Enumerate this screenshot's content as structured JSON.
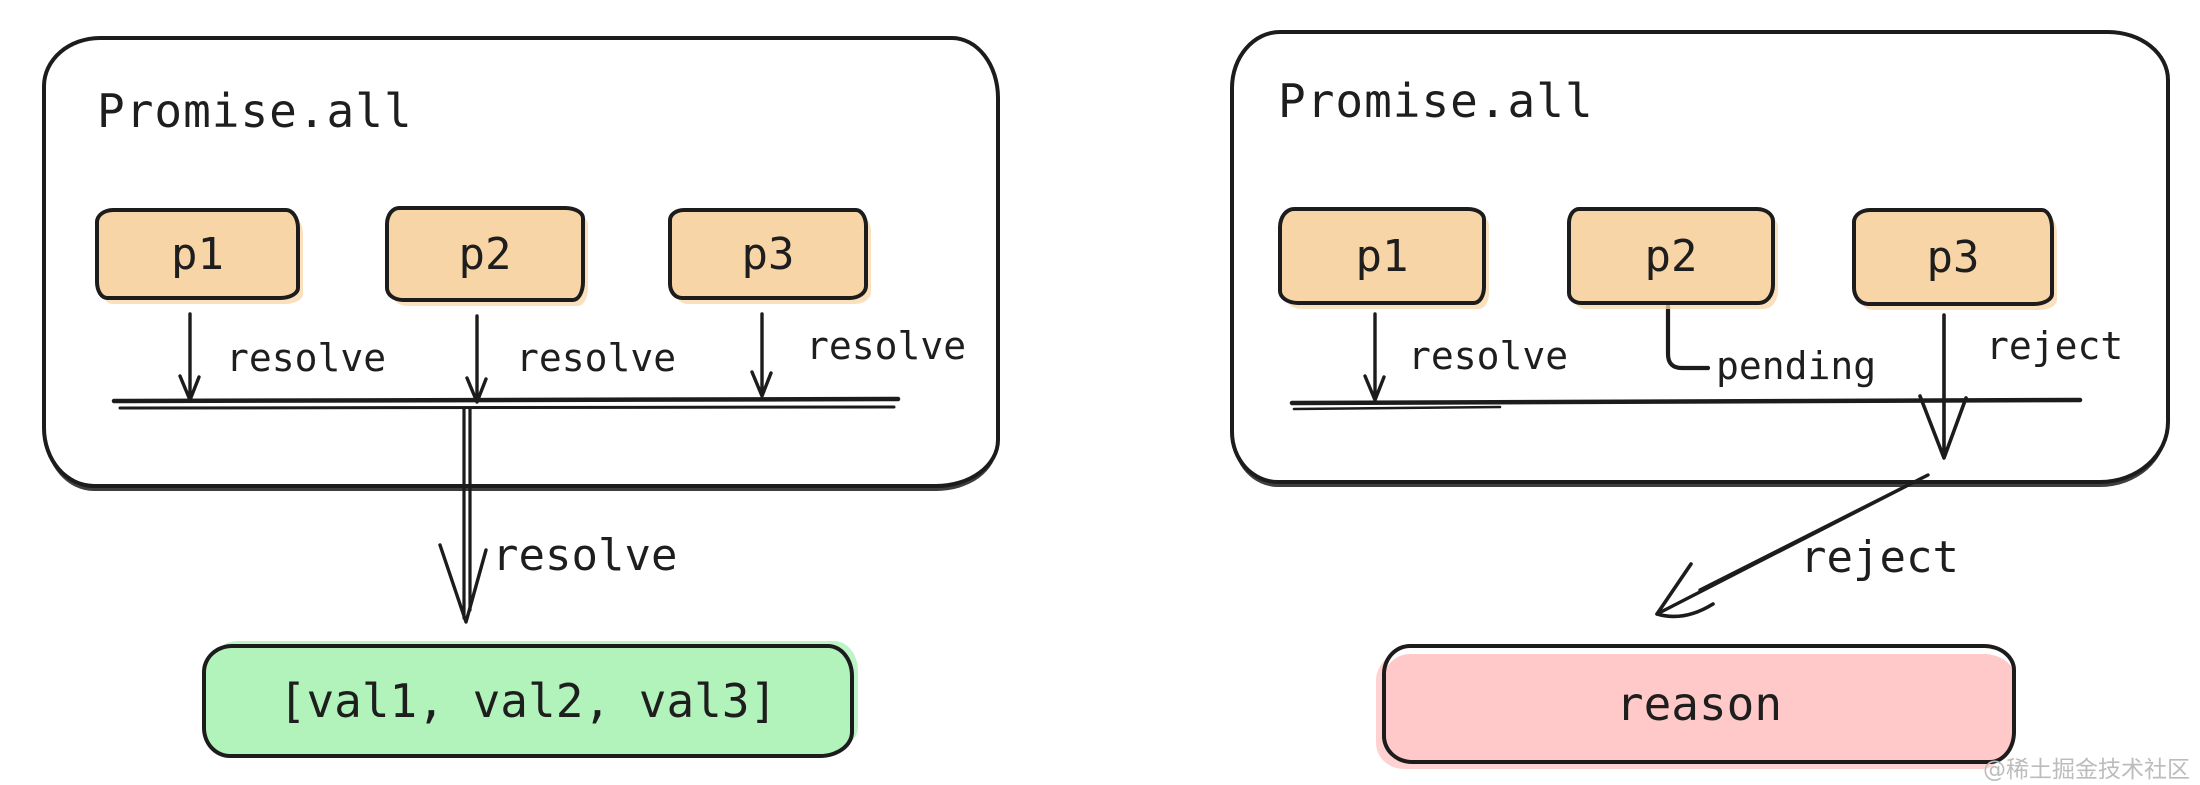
{
  "colors": {
    "stroke": "#1c1c1c",
    "promise_fill": "#f8d5a6",
    "resolved_fill": "#b2f2bb",
    "rejected_fill": "#ffc9c9",
    "watermark_gray": "#bcbcbc"
  },
  "left_diagram": {
    "title": "Promise.all",
    "promises": [
      {
        "label": "p1",
        "outcome": "resolve"
      },
      {
        "label": "p2",
        "outcome": "resolve"
      },
      {
        "label": "p3",
        "outcome": "resolve"
      }
    ],
    "combined_arrow_label": "resolve",
    "result_label": "[val1, val2, val3]"
  },
  "right_diagram": {
    "title": "Promise.all",
    "promises": [
      {
        "label": "p1",
        "outcome": "resolve"
      },
      {
        "label": "p2",
        "outcome": "pending"
      },
      {
        "label": "p3",
        "outcome": "reject"
      }
    ],
    "combined_arrow_label": "reject",
    "result_label": "reason"
  },
  "watermark": "@稀土掘金技术社区"
}
